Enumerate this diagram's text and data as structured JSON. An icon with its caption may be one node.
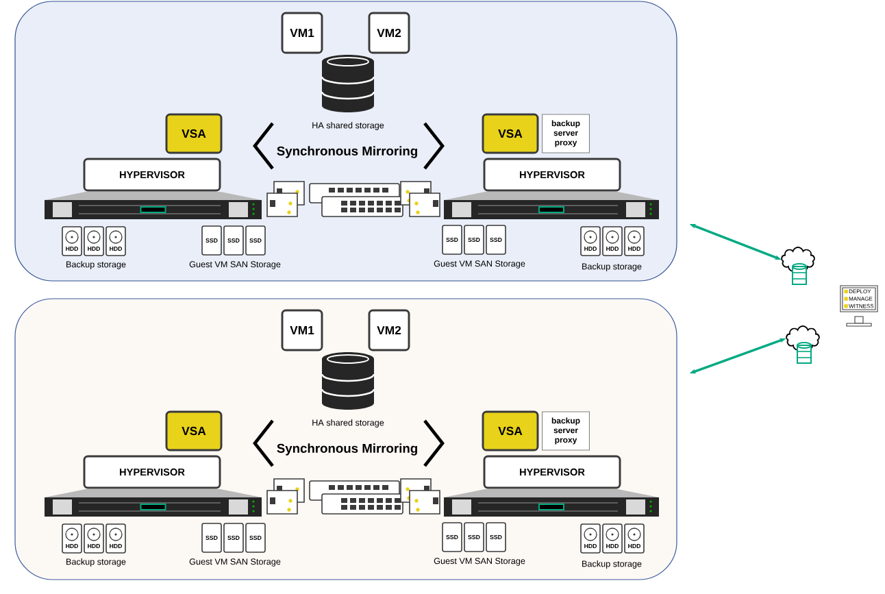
{
  "diagram": {
    "nodes": [
      {
        "text": [],
        "shape": "box"
      },
      {
        "text": [
          "VM1"
        ],
        "in": 0
      },
      {
        "text": [
          "VM2"
        ],
        "in": 0
      },
      {
        "text": [
          "HA shared storage"
        ],
        "in": 0
      },
      {
        "text": [
          "VSA"
        ],
        "in": 0
      },
      {
        "text": [
          "HYPERVISOR"
        ],
        "in": 0
      },
      {
        "text": [
          "VSA"
        ],
        "in": 0
      },
      {
        "text": [
          "backup server proxy"
        ],
        "in": 0
      },
      {
        "text": [
          "HYPERVISOR"
        ],
        "in": 0
      },
      {
        "text": [],
        "shape": "box"
      },
      {
        "text": [
          "VM1"
        ],
        "in": 9
      },
      {
        "text": [
          "VM2"
        ],
        "in": 9
      },
      {
        "text": [
          "HA shared storage"
        ],
        "in": 9
      },
      {
        "text": [
          "VSA"
        ],
        "in": 9
      },
      {
        "text": [
          "HYPERVISOR"
        ],
        "in": 9
      },
      {
        "text": [
          "VSA"
        ],
        "in": 9
      },
      {
        "text": [
          "backup server proxy"
        ],
        "in": 9
      },
      {
        "text": [
          "HYPERVISOR"
        ],
        "in": 9
      },
      {
        "text": [],
        "shape": "cloud"
      },
      {
        "text": [],
        "shape": "cloud"
      },
      {
        "text": [
          "DEPLOY",
          "MANAGE",
          "WITNESS"
        ]
      }
    ],
    "edges": [
      {
        "from": 0,
        "to": 18,
        "arrow": "both",
        "color": "#01a982"
      },
      {
        "from": 9,
        "to": 19,
        "arrow": "both",
        "color": "#01a982"
      }
    ],
    "labels": [
      "Synchronous Mirroring",
      "HDD",
      "HDD",
      "HDD",
      "SSD",
      "SSD",
      "SSD",
      "SSD",
      "SSD",
      "SSD",
      "HDD",
      "HDD",
      "HDD",
      "Backup storage",
      "Guest VM SAN Storage",
      "Guest VM SAN Storage",
      "Backup storage",
      "Synchronous Mirroring",
      "HDD",
      "HDD",
      "HDD",
      "SSD",
      "SSD",
      "SSD",
      "SSD",
      "SSD",
      "SSD",
      "HDD",
      "HDD",
      "HDD",
      "Backup storage",
      "Guest VM SAN Storage",
      "Guest VM SAN Storage",
      "Backup storage"
    ]
  }
}
